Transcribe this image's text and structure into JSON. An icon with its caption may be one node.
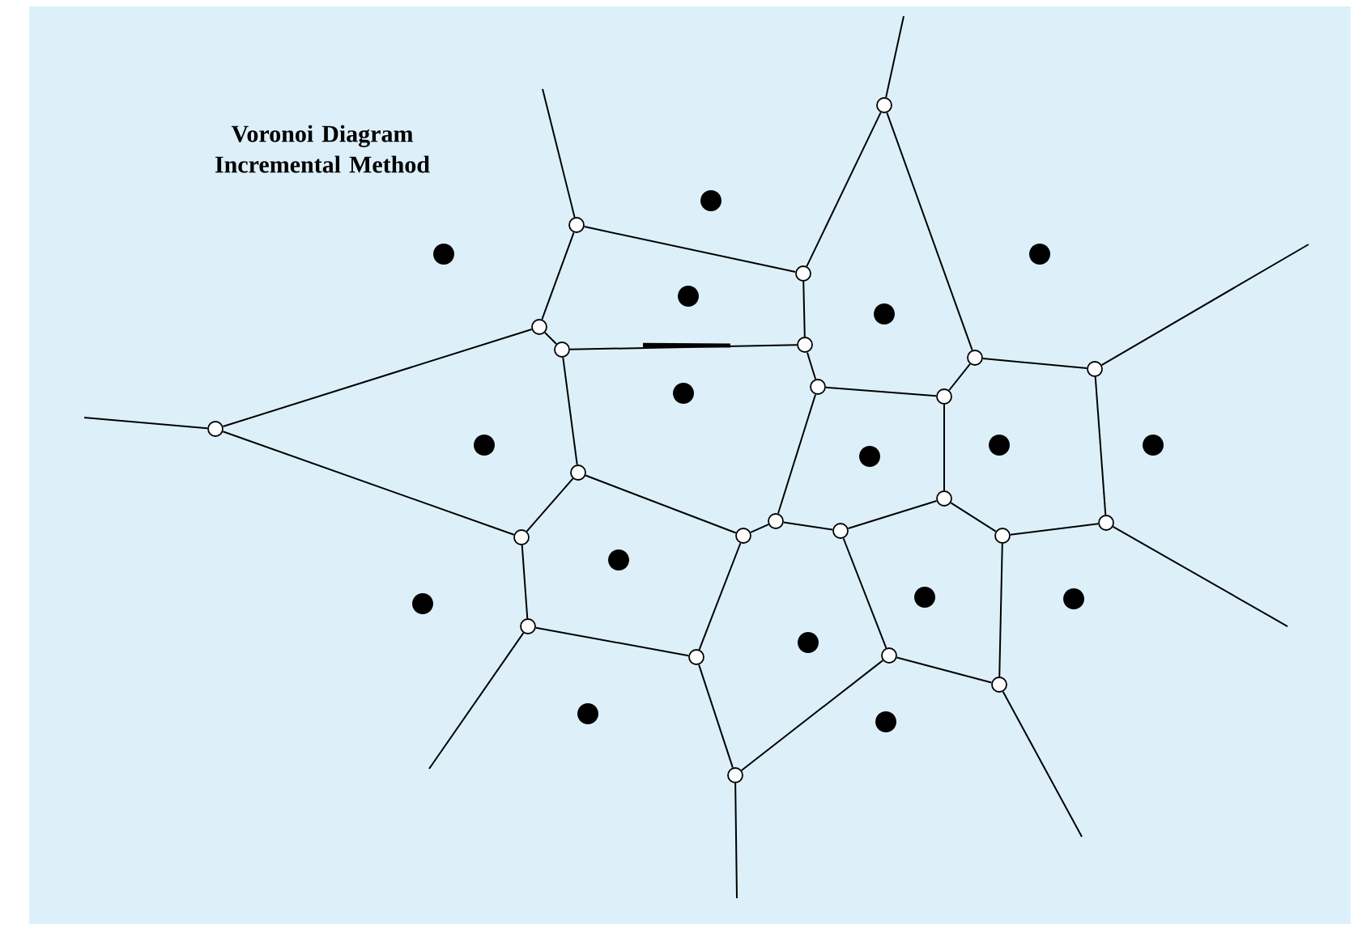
{
  "diagram": {
    "title": "Voronoi Diagram Incremental Method",
    "nodes": [
      {
        "text": [],
        "shape": "circle"
      },
      {
        "text": [],
        "shape": "circle"
      },
      {
        "text": [],
        "shape": "circle"
      },
      {
        "text": [],
        "shape": "circle"
      },
      {
        "text": [],
        "shape": "circle"
      },
      {
        "text": [],
        "shape": "circle"
      },
      {
        "text": [],
        "shape": "circle"
      },
      {
        "text": [],
        "shape": "circle"
      },
      {
        "text": [],
        "shape": "circle"
      },
      {
        "text": [],
        "shape": "circle"
      },
      {
        "text": [],
        "shape": "circle"
      },
      {
        "text": [],
        "shape": "circle"
      },
      {
        "text": [],
        "shape": "circle"
      },
      {
        "text": [],
        "shape": "circle"
      },
      {
        "text": [],
        "shape": "circle"
      },
      {
        "text": [],
        "shape": "circle"
      },
      {
        "text": [],
        "shape": "circle"
      },
      {
        "text": [],
        "shape": "circle"
      },
      {
        "text": [],
        "shape": "circle"
      },
      {
        "text": [],
        "shape": "circle"
      },
      {
        "text": [],
        "shape": "circle"
      },
      {
        "text": [],
        "shape": "circle"
      },
      {
        "text": [],
        "shape": "circle"
      },
      {
        "text": [],
        "shape": "circle"
      }
    ],
    "edges": [
      {
        "from": null,
        "to": 0,
        "arrow": "none"
      },
      {
        "from": 0,
        "to": 2,
        "arrow": "none"
      },
      {
        "from": 0,
        "to": 12,
        "arrow": "none"
      },
      {
        "from": null,
        "to": 1,
        "arrow": "none"
      },
      {
        "from": 1,
        "to": 2,
        "arrow": "none"
      },
      {
        "from": 1,
        "to": 4,
        "arrow": "none"
      },
      {
        "from": 2,
        "to": 3,
        "arrow": "none"
      },
      {
        "from": 3,
        "to": 5,
        "arrow": "none"
      },
      {
        "from": 3,
        "to": 11,
        "arrow": "none"
      },
      {
        "from": 4,
        "to": 5,
        "arrow": "none"
      },
      {
        "from": 4,
        "to": 6,
        "arrow": "none"
      },
      {
        "from": null,
        "to": 6,
        "arrow": "none"
      },
      {
        "from": 6,
        "to": 9,
        "arrow": "none"
      },
      {
        "from": 5,
        "to": 7,
        "arrow": "none"
      },
      {
        "from": 7,
        "to": 8,
        "arrow": "none"
      },
      {
        "from": 7,
        "to": 15,
        "arrow": "none"
      },
      {
        "from": 8,
        "to": 9,
        "arrow": "none"
      },
      {
        "from": 8,
        "to": 17,
        "arrow": "none"
      },
      {
        "from": 9,
        "to": 10,
        "arrow": "none"
      },
      {
        "from": 10,
        "to": null,
        "arrow": "none"
      },
      {
        "from": 10,
        "to": 19,
        "arrow": "none"
      },
      {
        "from": 11,
        "to": 12,
        "arrow": "none"
      },
      {
        "from": 11,
        "to": 14,
        "arrow": "none"
      },
      {
        "from": 12,
        "to": 13,
        "arrow": "none"
      },
      {
        "from": 13,
        "to": 20,
        "arrow": "none"
      },
      {
        "from": 13,
        "to": null,
        "arrow": "none"
      },
      {
        "from": 14,
        "to": 15,
        "arrow": "none"
      },
      {
        "from": 14,
        "to": 20,
        "arrow": "none"
      },
      {
        "from": 15,
        "to": 16,
        "arrow": "none"
      },
      {
        "from": 16,
        "to": 17,
        "arrow": "none"
      },
      {
        "from": 16,
        "to": 21,
        "arrow": "none"
      },
      {
        "from": 17,
        "to": 18,
        "arrow": "none"
      },
      {
        "from": 18,
        "to": 19,
        "arrow": "none"
      },
      {
        "from": 18,
        "to": 22,
        "arrow": "none"
      },
      {
        "from": 19,
        "to": null,
        "arrow": "none"
      },
      {
        "from": 20,
        "to": 23,
        "arrow": "none"
      },
      {
        "from": 21,
        "to": 23,
        "arrow": "none"
      },
      {
        "from": 21,
        "to": 22,
        "arrow": "none"
      },
      {
        "from": 22,
        "to": null,
        "arrow": "none"
      },
      {
        "from": 23,
        "to": null,
        "arrow": "none"
      }
    ]
  }
}
